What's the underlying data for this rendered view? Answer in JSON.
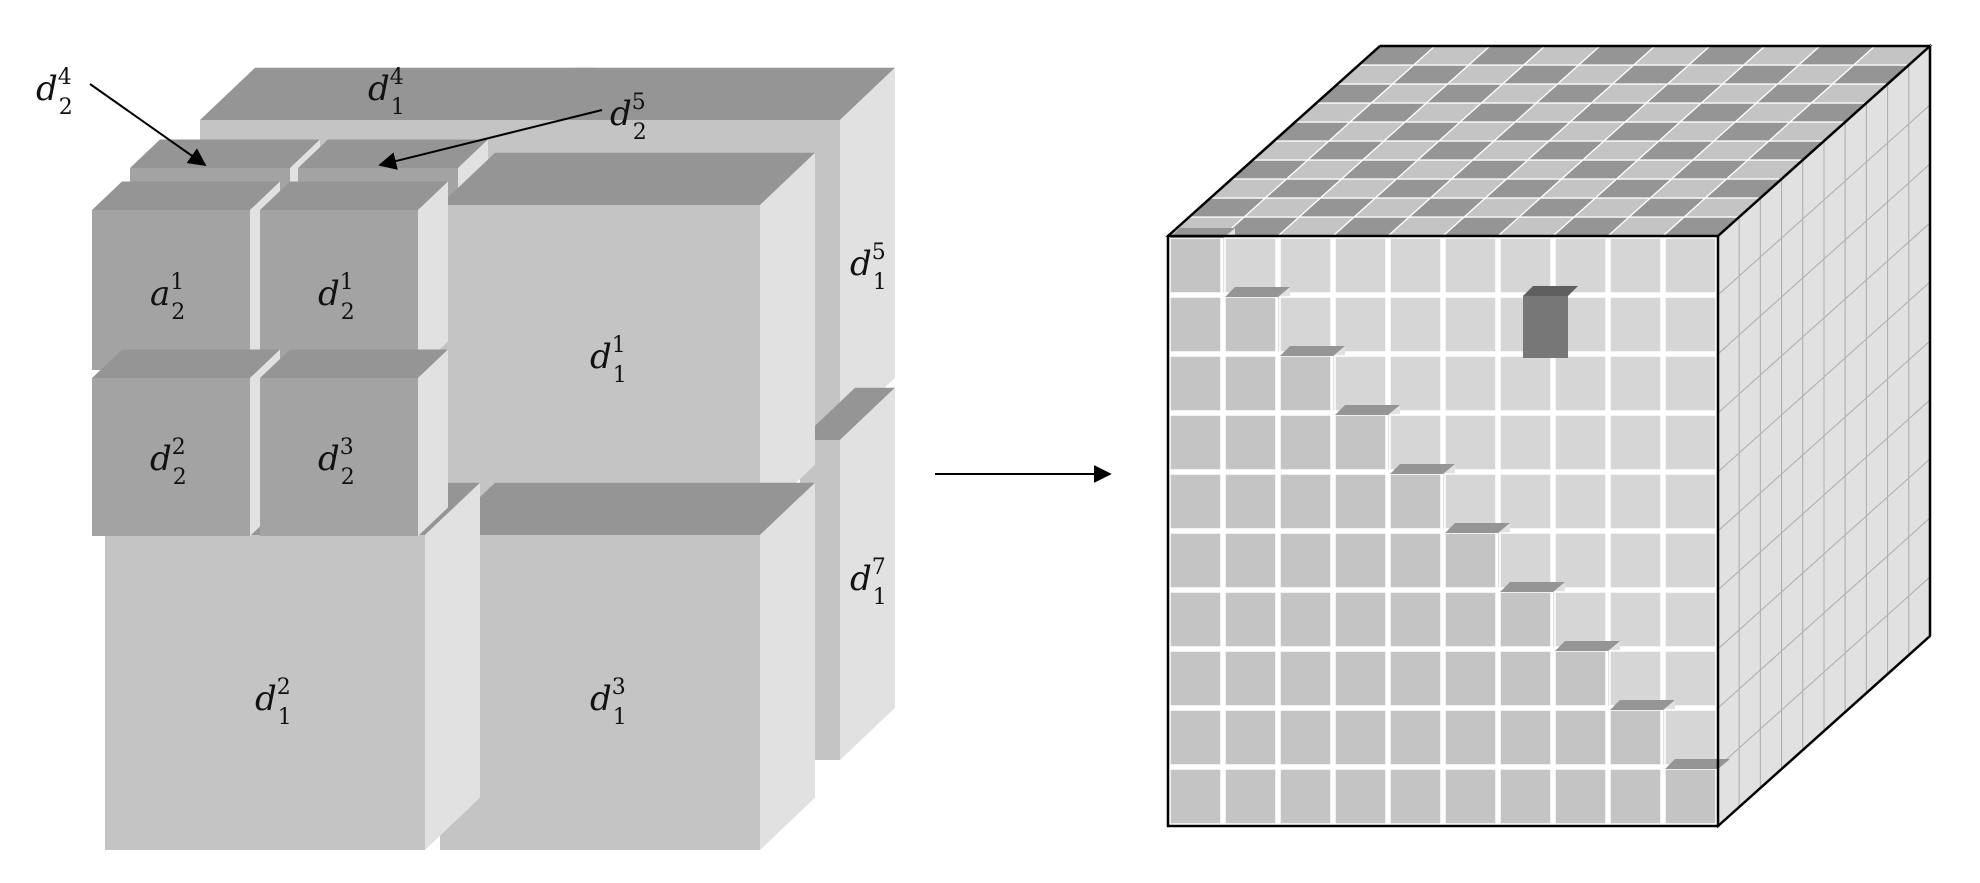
{
  "colors": {
    "cube_face": "#c4c4c4",
    "cube_face_dark": "#a3a3a3",
    "cube_top": "#959595",
    "cube_side": "#e1e1e1",
    "highlight_voxel": "#777777",
    "outline": "#000000"
  },
  "labels": {
    "a2_1": {
      "base": "a",
      "sub": "2",
      "sup": "1"
    },
    "d2_1": {
      "base": "d",
      "sub": "2",
      "sup": "1"
    },
    "d2_2": {
      "base": "d",
      "sub": "2",
      "sup": "2"
    },
    "d2_3": {
      "base": "d",
      "sub": "2",
      "sup": "3"
    },
    "d2_4": {
      "base": "d",
      "sub": "2",
      "sup": "4"
    },
    "d2_5": {
      "base": "d",
      "sub": "2",
      "sup": "5"
    },
    "d1_1": {
      "base": "d",
      "sub": "1",
      "sup": "1"
    },
    "d1_2": {
      "base": "d",
      "sub": "1",
      "sup": "2"
    },
    "d1_3": {
      "base": "d",
      "sub": "1",
      "sup": "3"
    },
    "d1_4": {
      "base": "d",
      "sub": "1",
      "sup": "4"
    },
    "d1_5": {
      "base": "d",
      "sub": "1",
      "sup": "5"
    },
    "d1_7": {
      "base": "d",
      "sub": "1",
      "sup": "7"
    }
  }
}
